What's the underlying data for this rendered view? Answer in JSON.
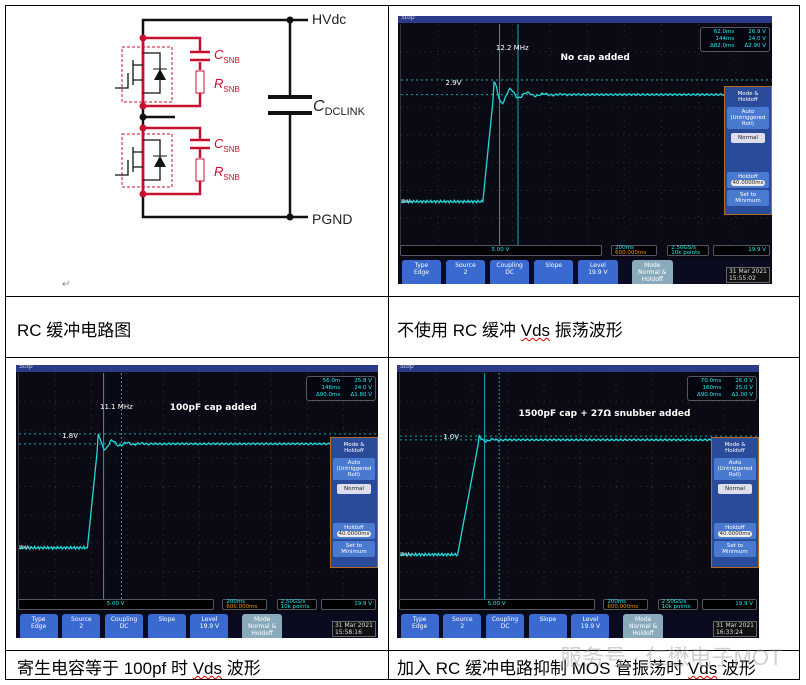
{
  "circuit": {
    "hvdc": "HVdc",
    "pgnd": "PGND",
    "c_dclink": "C",
    "c_dclink_sub": "DCLINK",
    "c_snb": "C",
    "c_snb_sub": "SNB",
    "r_snb": "R",
    "r_snb_sub": "SNB"
  },
  "captions": {
    "cell1": "RC 缓冲电路图",
    "cell2_a": "不使用 RC 缓冲 ",
    "cell2_b": "Vds",
    "cell2_c": " 振荡波形",
    "cell3_a": "寄生电容等于 100pf 时 ",
    "cell3_b": "Vds",
    "cell3_c": " 波形",
    "cell4_a": "加入 RC 缓冲电路抑制 MOS 管振荡时 ",
    "cell4_b": "Vds",
    "cell4_c": " 波形"
  },
  "watermark": "服务号 · 仁懋电子MOT",
  "paragraph_mark": "↵",
  "scopes": [
    {
      "stop": "Stop",
      "note": "No cap added",
      "freq": "12.2 MHz",
      "amp": "2.9V",
      "meas": [
        [
          "62.0ms",
          "26.9 V"
        ],
        [
          "144ms",
          "24.0 V"
        ],
        [
          "Δ82.0ms",
          "Δ2.90 V"
        ]
      ],
      "ch": "SHA",
      "scale": "5.00 V",
      "timebase": "200ms",
      "delay": "600.000ms",
      "rate": "2.50GS/s",
      "points": "10k points",
      "trig": "19.9 V",
      "panel": {
        "title": "Mode & Holdoff",
        "auto": "Auto (Untriggered Roll)",
        "normal": "Normal",
        "holdoff": "Holdoff",
        "holdoff_val": "40.0000ms",
        "set_min": "Set to Minimum"
      },
      "buttons": [
        [
          "Type",
          "Edge"
        ],
        [
          "Source",
          "2"
        ],
        [
          "Coupling",
          "DC"
        ],
        [
          "Slope",
          ""
        ],
        [
          "Level",
          "19.9 V"
        ],
        [
          "Mode",
          "Normal & Holdoff"
        ]
      ],
      "date": "31 Mar 2021",
      "time": "15:55:02"
    },
    {
      "stop": "Stop",
      "note": "100pF cap added",
      "freq": "11.1 MHz",
      "amp": "1.8V",
      "meas": [
        [
          "56.0m",
          "25.8 V"
        ],
        [
          "146ms",
          "24.0 V"
        ],
        [
          "Δ90.0ms",
          "Δ1.80 V"
        ]
      ],
      "ch": "SHA",
      "scale": "5.00 V",
      "timebase": "200ms",
      "delay": "600.000ms",
      "rate": "2.50GS/s",
      "points": "10k points",
      "trig": "19.9 V",
      "panel": {
        "title": "Mode & Holdoff",
        "auto": "Auto (Untriggered Roll)",
        "normal": "Normal",
        "holdoff": "Holdoff",
        "holdoff_val": "40.0000ms",
        "set_min": "Set to Minimum"
      },
      "buttons": [
        [
          "Type",
          "Edge"
        ],
        [
          "Source",
          "2"
        ],
        [
          "Coupling",
          "DC"
        ],
        [
          "Slope",
          ""
        ],
        [
          "Level",
          "19.9 V"
        ],
        [
          "Mode",
          "Normal & Holdoff"
        ]
      ],
      "date": "31 Mar 2021",
      "time": "15:58:16"
    },
    {
      "stop": "Stop",
      "note": "1500pF cap + 27Ω snubber added",
      "freq": "",
      "amp": "1.0V",
      "meas": [
        [
          "70.0ms",
          "26.0 V"
        ],
        [
          "160ms",
          "25.0 V"
        ],
        [
          "Δ90.0ms",
          "Δ1.00 V"
        ]
      ],
      "ch": "SHA",
      "scale": "5.00 V",
      "timebase": "200ms",
      "delay": "600.000ms",
      "rate": "2.50GS/s",
      "points": "10k points",
      "trig": "19.9 V",
      "panel": {
        "title": "Mode & Holdoff",
        "auto": "Auto (Untriggered Roll)",
        "normal": "Normal",
        "holdoff": "Holdoff",
        "holdoff_val": "40.0000ms",
        "set_min": "Set to Minimum"
      },
      "buttons": [
        [
          "Type",
          "Edge"
        ],
        [
          "Source",
          "2"
        ],
        [
          "Coupling",
          "DC"
        ],
        [
          "Slope",
          ""
        ],
        [
          "Level",
          "19.9 V"
        ],
        [
          "Mode",
          "Normal & Holdoff"
        ]
      ],
      "date": "31 Mar 2021",
      "time": "16:33:24"
    }
  ]
}
